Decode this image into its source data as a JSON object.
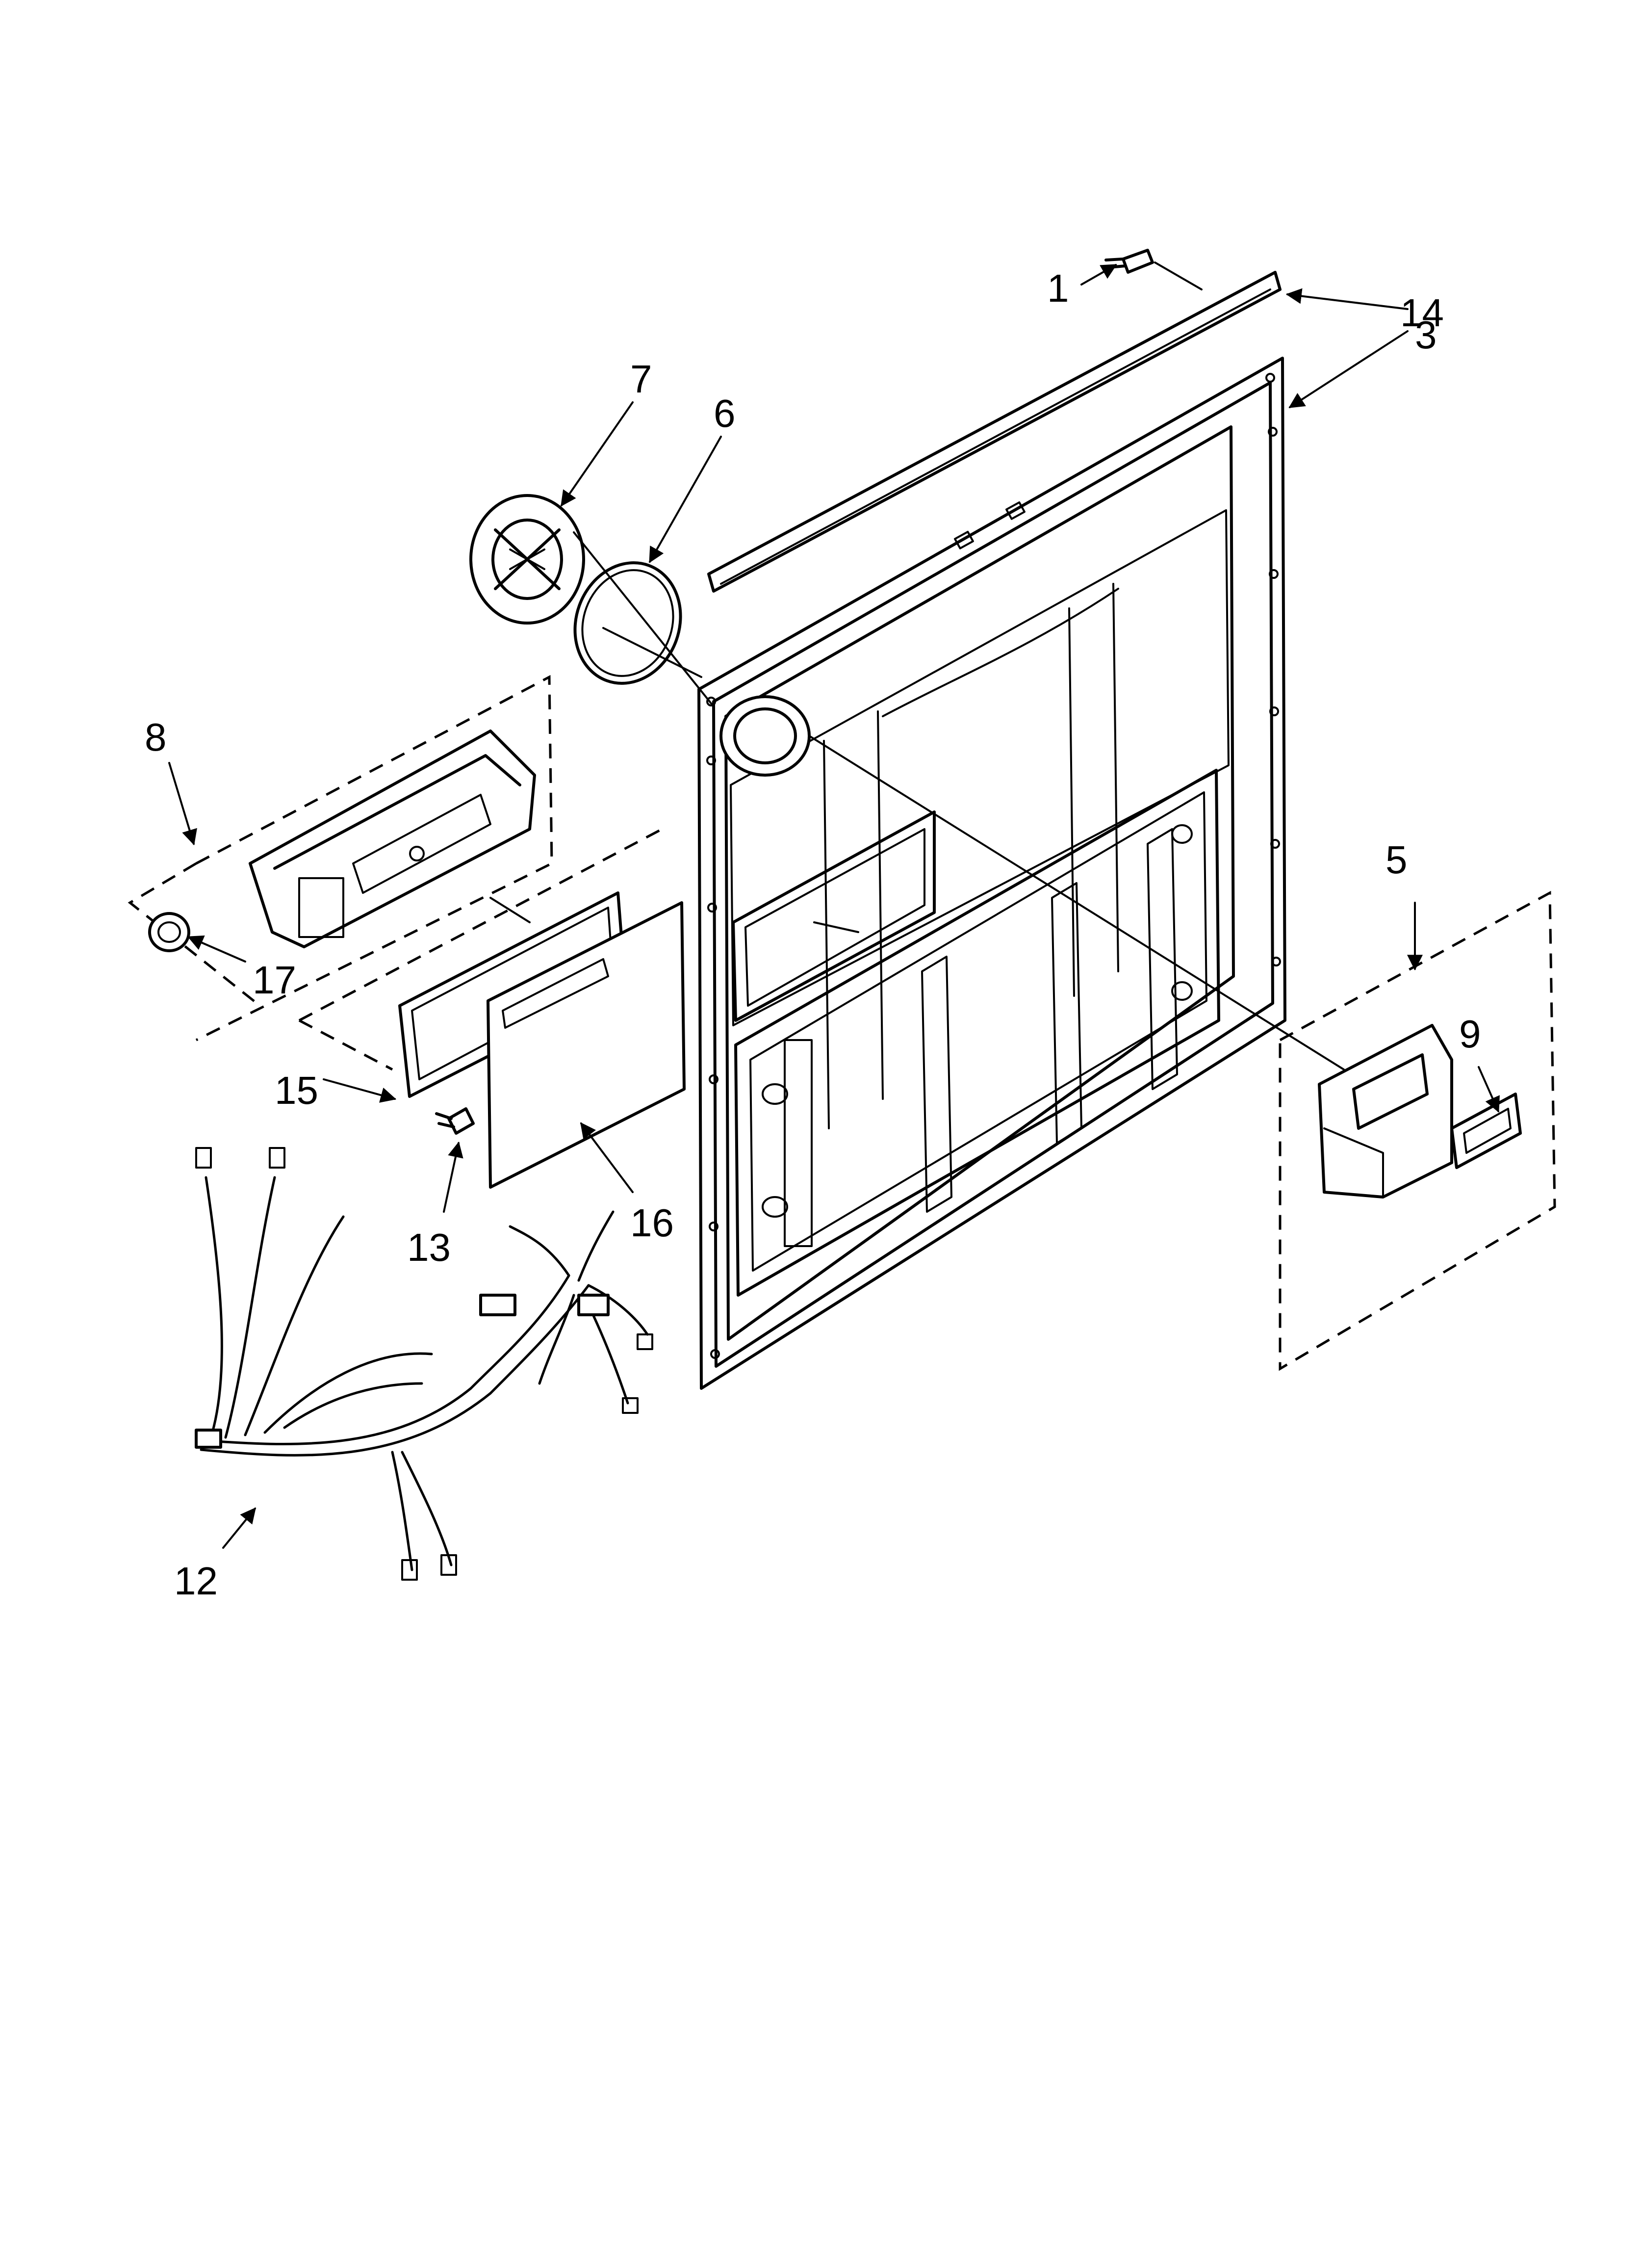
{
  "callouts": [
    {
      "id": "c1",
      "label": "1"
    },
    {
      "id": "c3",
      "label": "3"
    },
    {
      "id": "c5",
      "label": "5"
    },
    {
      "id": "c6",
      "label": "6"
    },
    {
      "id": "c7",
      "label": "7"
    },
    {
      "id": "c8",
      "label": "8"
    },
    {
      "id": "c9",
      "label": "9"
    },
    {
      "id": "c12",
      "label": "12"
    },
    {
      "id": "c13",
      "label": "13"
    },
    {
      "id": "c14",
      "label": "14"
    },
    {
      "id": "c15",
      "label": "15"
    },
    {
      "id": "c16",
      "label": "16"
    },
    {
      "id": "c17",
      "label": "17"
    }
  ]
}
